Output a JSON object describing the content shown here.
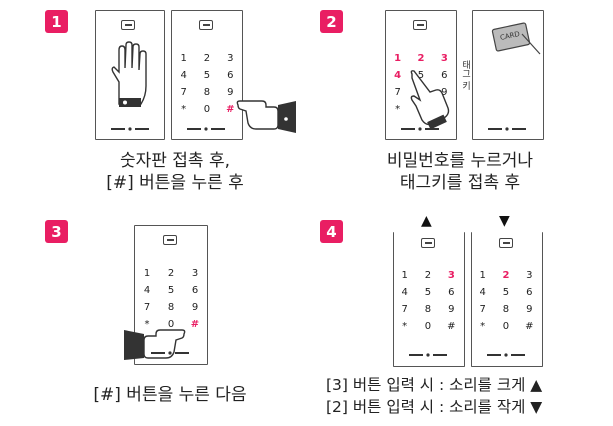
{
  "steps": [
    {
      "number": "1",
      "caption_lines": [
        "숫자판 접촉 후,",
        "[#] 버튼을 누른 후"
      ]
    },
    {
      "number": "2",
      "caption_lines": [
        "비밀번호를 누르거나",
        "태그키를 접촉 후"
      ]
    },
    {
      "number": "3",
      "caption_lines": [
        "[#] 버튼을 누른 다음"
      ]
    },
    {
      "number": "4",
      "caption_lines": [
        "[3] 버튼 입력 시 : 소리를 크게 ▲",
        "[2] 버튼 입력 시 : 소리를 작게 ▼"
      ]
    }
  ],
  "keypad": {
    "keys": [
      "1",
      "2",
      "3",
      "4",
      "5",
      "6",
      "7",
      "8",
      "9",
      "*",
      "0",
      "#"
    ]
  },
  "card_label": "CARD",
  "tag_text": "태그 키",
  "arrows": {
    "up": "▲",
    "down": "▼"
  },
  "colors": {
    "accent": "#e91e63",
    "line": "#444444"
  }
}
